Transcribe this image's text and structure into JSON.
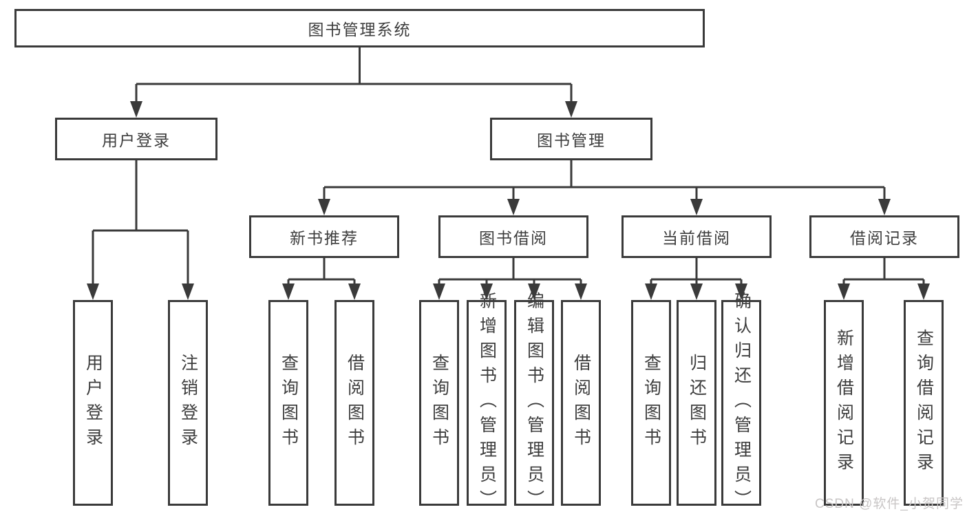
{
  "diagram": {
    "root": {
      "label": "图书管理系统",
      "children": [
        "用户登录",
        "图书管理"
      ]
    },
    "level2": [
      {
        "label": "用户登录",
        "parent": "图书管理系统",
        "children": [
          "用户登录",
          "注销登录"
        ]
      },
      {
        "label": "图书管理",
        "parent": "图书管理系统",
        "children": [
          "新书推荐",
          "图书借阅",
          "当前借阅",
          "借阅记录"
        ]
      }
    ],
    "level3": [
      {
        "label": "新书推荐",
        "parent": "图书管理",
        "children": [
          "查询图书",
          "借阅图书"
        ]
      },
      {
        "label": "图书借阅",
        "parent": "图书管理",
        "children": [
          "查询图书",
          "新增图书（管理员）",
          "编辑图书（管理员）",
          "借阅图书"
        ]
      },
      {
        "label": "当前借阅",
        "parent": "图书管理",
        "children": [
          "查询图书",
          "归还图书",
          "确认归还（管理员）"
        ]
      },
      {
        "label": "借阅记录",
        "parent": "图书管理",
        "children": [
          "新增借阅记录",
          "查询借阅记录"
        ]
      }
    ],
    "leaves": [
      {
        "label": "用户登录",
        "parent": "用户登录"
      },
      {
        "label": "注销登录",
        "parent": "用户登录"
      },
      {
        "label": "查询图书",
        "parent": "新书推荐"
      },
      {
        "label": "借阅图书",
        "parent": "新书推荐"
      },
      {
        "label": "查询图书",
        "parent": "图书借阅"
      },
      {
        "label": "新增图书（管理员）",
        "parent": "图书借阅"
      },
      {
        "label": "编辑图书（管理员）",
        "parent": "图书借阅"
      },
      {
        "label": "借阅图书",
        "parent": "图书借阅"
      },
      {
        "label": "查询图书",
        "parent": "当前借阅"
      },
      {
        "label": "归还图书",
        "parent": "当前借阅"
      },
      {
        "label": "确认归还（管理员）",
        "parent": "当前借阅"
      },
      {
        "label": "新增借阅记录",
        "parent": "借阅记录"
      },
      {
        "label": "查询借阅记录",
        "parent": "借阅记录"
      }
    ]
  },
  "watermark": {
    "text": "CSDN @软件_小贺同学",
    "color": "#c8c5c5"
  },
  "colors": {
    "line": "#3a3a3a",
    "text": "#3d3d3d",
    "background": "#ffffff"
  }
}
